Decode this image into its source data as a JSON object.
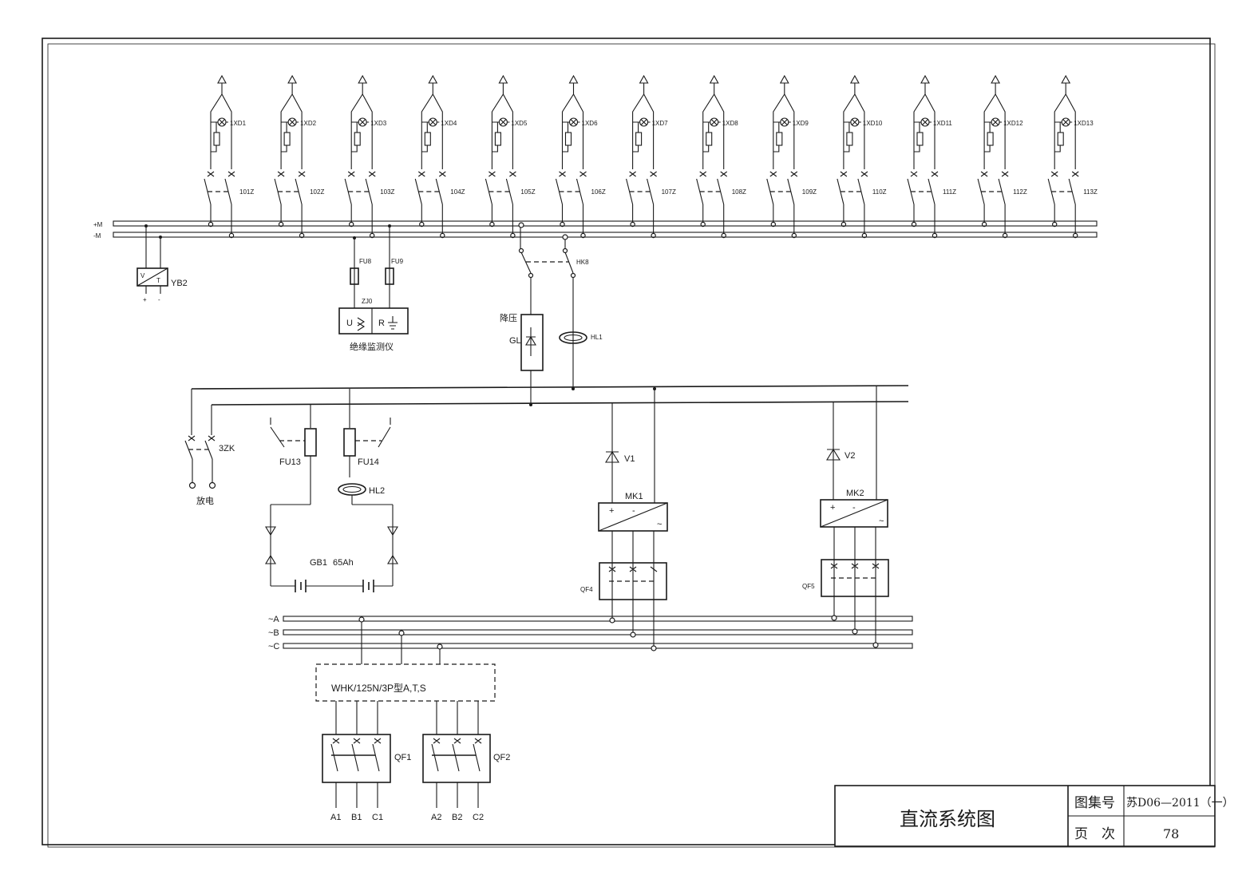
{
  "feeders": [
    {
      "lamp": "1XD1",
      "breaker": "101Z"
    },
    {
      "lamp": "1XD2",
      "breaker": "102Z"
    },
    {
      "lamp": "1XD3",
      "breaker": "103Z"
    },
    {
      "lamp": "1XD4",
      "breaker": "104Z"
    },
    {
      "lamp": "1XD5",
      "breaker": "105Z"
    },
    {
      "lamp": "1XD6",
      "breaker": "106Z"
    },
    {
      "lamp": "1XD7",
      "breaker": "107Z"
    },
    {
      "lamp": "1XD8",
      "breaker": "108Z"
    },
    {
      "lamp": "1XD9",
      "breaker": "109Z"
    },
    {
      "lamp": "1XD10",
      "breaker": "110Z"
    },
    {
      "lamp": "1XD11",
      "breaker": "111Z"
    },
    {
      "lamp": "1XD12",
      "breaker": "112Z"
    },
    {
      "lamp": "1XD13",
      "breaker": "113Z"
    }
  ],
  "bus": {
    "pos": "+M",
    "neg": "-M"
  },
  "labels": {
    "yb2": "YB2",
    "yb2_v": "V",
    "yb2_t": "T",
    "yb2_plus": "+",
    "yb2_minus": "-",
    "fu8": "FU8",
    "fu9": "FU9",
    "zj0": "ZJ0",
    "meter_u": "U",
    "meter_r": "R",
    "meter_caption": "绝缘监测仪",
    "hk8": "HK8",
    "step_down": "降压",
    "gl": "GL",
    "hl1": "HL1",
    "zk3": "3ZK",
    "discharge": "放电",
    "fu13": "FU13",
    "fu14": "FU14",
    "hl2": "HL2",
    "gb1": "GB1",
    "gb1_cap": "65Ah",
    "v1": "V1",
    "v2": "V2",
    "mk1": "MK1",
    "mk2": "MK2",
    "mk_plus": "+",
    "mk_minus": "-",
    "mk_ac": "~",
    "qf4": "QF4",
    "qf5": "QF5",
    "ac_a": "~A",
    "ac_b": "~B",
    "ac_c": "~C",
    "whk": "WHK/125N/3P型A,T,S",
    "qf1": "QF1",
    "qf2": "QF2",
    "a1": "A1",
    "b1": "B1",
    "c1": "C1",
    "a2": "A2",
    "b2": "B2",
    "c2": "C2"
  },
  "title_block": {
    "title": "直流系统图",
    "atlas_label": "图集号",
    "atlas_value": "苏D06—2011（一）",
    "page_label": "页　次",
    "page_value": "78"
  }
}
